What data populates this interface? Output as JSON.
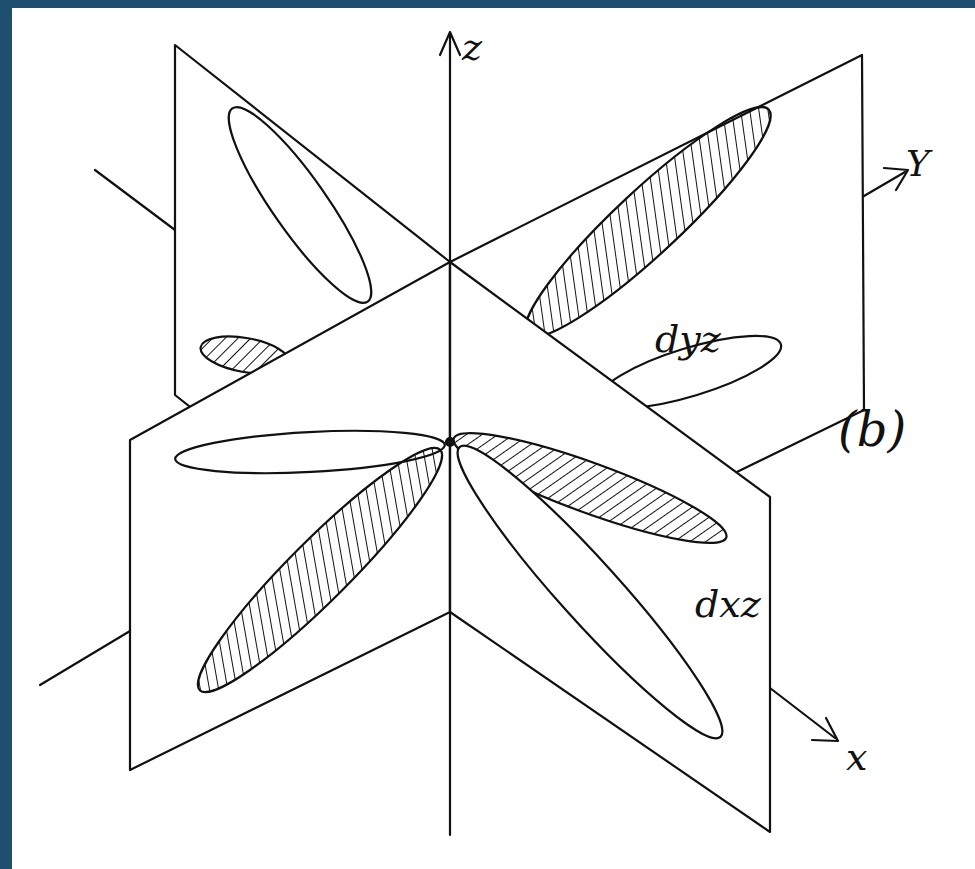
{
  "diagram": {
    "labels": [
      "z",
      "Y",
      "x",
      "(b)",
      "dyz",
      "dxz"
    ]
  }
}
